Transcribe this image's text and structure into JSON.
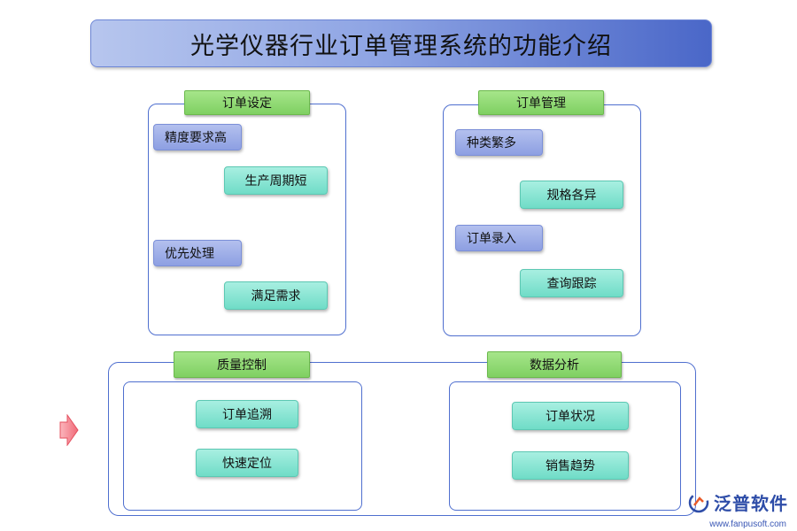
{
  "title": "光学仪器行业订单管理系统的功能介绍",
  "sections": {
    "order_setting": {
      "label": "订单设定",
      "groups": [
        {
          "parent": "精度要求高",
          "child": "生产周期短"
        },
        {
          "parent": "优先处理",
          "child": "满足需求"
        }
      ]
    },
    "order_management": {
      "label": "订单管理",
      "groups": [
        {
          "parent": "种类繁多",
          "child": "规格各异"
        },
        {
          "parent": "订单录入",
          "child": "查询跟踪"
        }
      ]
    },
    "quality_control": {
      "label": "质量控制",
      "items": [
        "订单追溯",
        "快速定位"
      ]
    },
    "data_analysis": {
      "label": "数据分析",
      "items": [
        "订单状况",
        "销售趋势"
      ]
    }
  },
  "logo": {
    "name": "泛普软件",
    "url": "www.fanpusoft.com"
  },
  "colors": {
    "panel_border": "#4f6fcf",
    "header_green": "#8fd873",
    "parent_blue": "#9fb0e8",
    "child_teal": "#8ae6d4",
    "pointer_red": "#f06a78"
  }
}
